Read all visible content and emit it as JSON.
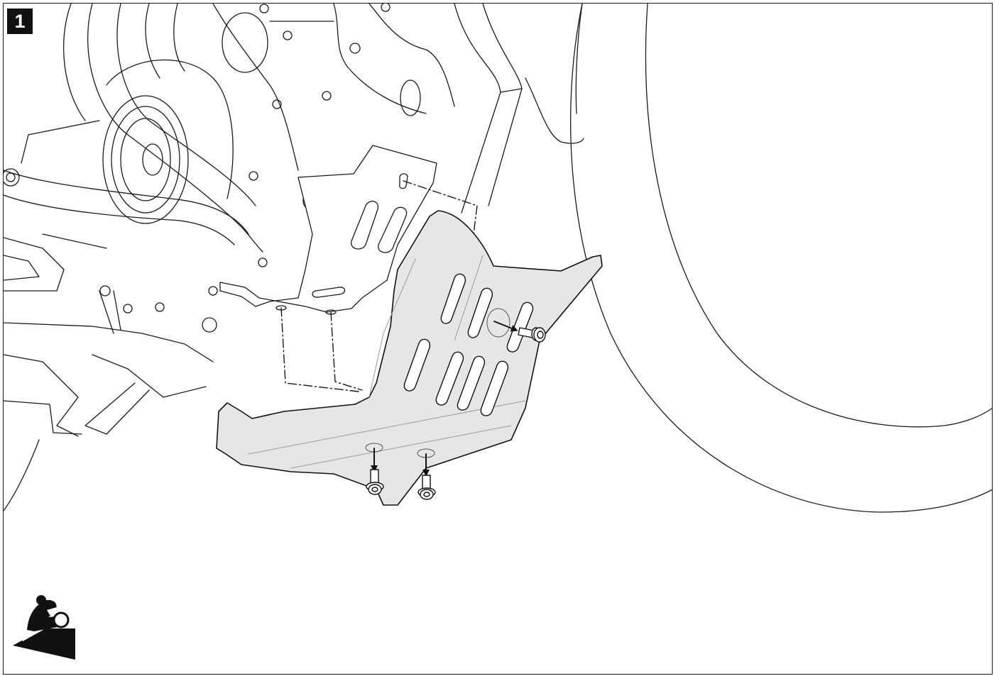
{
  "page": {
    "background": "#ffffff"
  },
  "step": {
    "number": "1"
  },
  "colors": {
    "line": "#1a1a1a",
    "plate_fill": "#e6e6e6",
    "outline": "#111111",
    "icon": "#111111"
  },
  "icons": {
    "step_badge": "step-number-badge",
    "workshop": "motorcycle-on-stand-icon"
  },
  "illustration": {
    "subject": "skid-plate",
    "screws_shown": 3,
    "arrows_shown": 3
  }
}
